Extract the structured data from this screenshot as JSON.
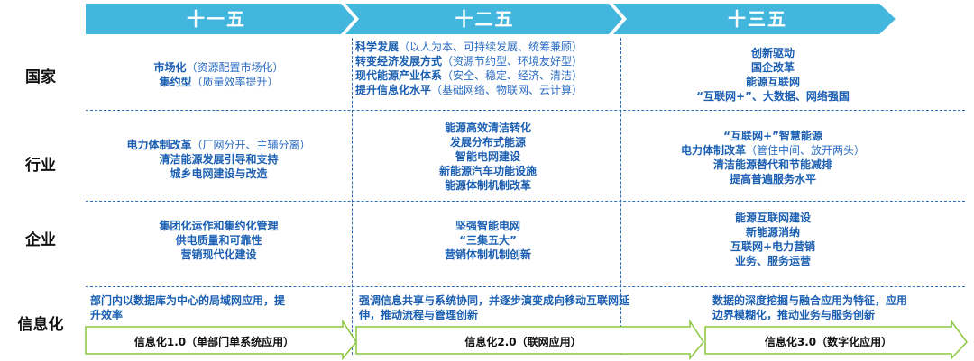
{
  "header": {
    "columns": [
      "十一五",
      "十二五",
      "十三五"
    ],
    "color": "#42b6dd"
  },
  "rows": {
    "labels": [
      "国家",
      "行业",
      "企业",
      "信息化"
    ]
  },
  "cells": {
    "guojia": {
      "c1": [
        {
          "main": "市场化",
          "note": "（资源配置市场化）"
        },
        {
          "main": "集约型",
          "note": "（质量效率提升）"
        }
      ],
      "c2": [
        {
          "main": "科学发展",
          "note": "（以人为本、可持续发展、统筹兼顾）"
        },
        {
          "main": "转变经济发展方式",
          "note": "（资源节约型、环境友好型）"
        },
        {
          "main": "现代能源产业体系",
          "note": "（安全、稳定、经济、清洁）"
        },
        {
          "main": "提升信息化水平",
          "note": "（基础网络、物联网、云计算）"
        }
      ],
      "c3": [
        {
          "main": "创新驱动",
          "note": ""
        },
        {
          "main": "国企改革",
          "note": ""
        },
        {
          "main": "能源互联网",
          "note": ""
        },
        {
          "main": "“互联网+”、大数据、网络强国",
          "note": ""
        }
      ]
    },
    "hangye": {
      "c1": [
        {
          "main": "电力体制改革",
          "note": "（厂网分开、主辅分离）"
        },
        {
          "main": "清洁能源发展引导和支持",
          "note": ""
        },
        {
          "main": "城乡电网建设与改造",
          "note": ""
        }
      ],
      "c2": [
        {
          "main": "能源高效清洁转化",
          "note": ""
        },
        {
          "main": "发展分布式能源",
          "note": ""
        },
        {
          "main": "智能电网建设",
          "note": ""
        },
        {
          "main": "新能源汽车功能设施",
          "note": ""
        },
        {
          "main": "能源体制机制改革",
          "note": ""
        }
      ],
      "c3": [
        {
          "main": "“互联网+”智慧能源",
          "note": ""
        },
        {
          "main": "电力体制改革",
          "note": "（管住中间、放开两头）"
        },
        {
          "main": "清洁能源替代和节能减排",
          "note": ""
        },
        {
          "main": "提高普遍服务水平",
          "note": ""
        }
      ]
    },
    "qiye": {
      "c1": [
        {
          "main": "集团化运作和集约化管理",
          "note": ""
        },
        {
          "main": "供电质量和可靠性",
          "note": ""
        },
        {
          "main": "营销现代化建设",
          "note": ""
        }
      ],
      "c2": [
        {
          "main": "坚强智能电网",
          "note": ""
        },
        {
          "main": "“三集五大”",
          "note": ""
        },
        {
          "main": "营销体制机制创新",
          "note": ""
        }
      ],
      "c3": [
        {
          "main": "能源互联网建设",
          "note": ""
        },
        {
          "main": "新能源消纳",
          "note": ""
        },
        {
          "main": "互联网+电力营销",
          "note": ""
        },
        {
          "main": "业务、服务运营",
          "note": ""
        }
      ]
    }
  },
  "info": {
    "text1": [
      "部门内以数据库为中心的局域网应用，提",
      "升效率"
    ],
    "text2": [
      "强调信息共享与系统协同，并逐步演变成向移动互联网延",
      "伸，推动流程与管理创新"
    ],
    "text3": [
      "数据的深度挖掘与融合应用为特征，应用",
      "边界模糊化，推动业务与服务创新"
    ],
    "arrows": [
      "信息化1.0（单部门单系统应用）",
      "信息化2.0（联网应用）",
      "信息化3.0（数字化应用）"
    ],
    "arrow_stroke": "#8cc63f"
  },
  "colors": {
    "text_blue": "#1b5fb2",
    "divider": "#2e6fb3"
  }
}
